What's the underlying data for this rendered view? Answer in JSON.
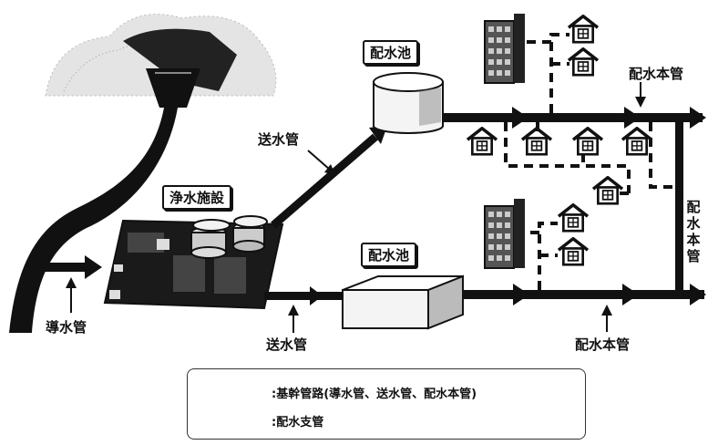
{
  "labels": {
    "donsui_kan": "導水管",
    "jousui_shisetsu": "浄水施設",
    "sousui_kan_top": "送水管",
    "sousui_kan_bottom": "送水管",
    "haisuichi_top": "配水池",
    "haisuichi_bottom": "配水池",
    "haisui_honkan_top": "配水本管",
    "haisui_honkan_bottom": "配水本管",
    "haisui_honkan_vertical": "配水本管"
  },
  "legend": {
    "trunk_label": ":基幹管路(導水管、送水管、配水本管)",
    "branch_label": ":配水支管"
  },
  "icons": {
    "house": "house-icon",
    "building": "apartment-building-icon",
    "dam": "dam-icon",
    "reservoir": "reservoir-tank-icon",
    "plant": "water-treatment-plant-icon"
  }
}
